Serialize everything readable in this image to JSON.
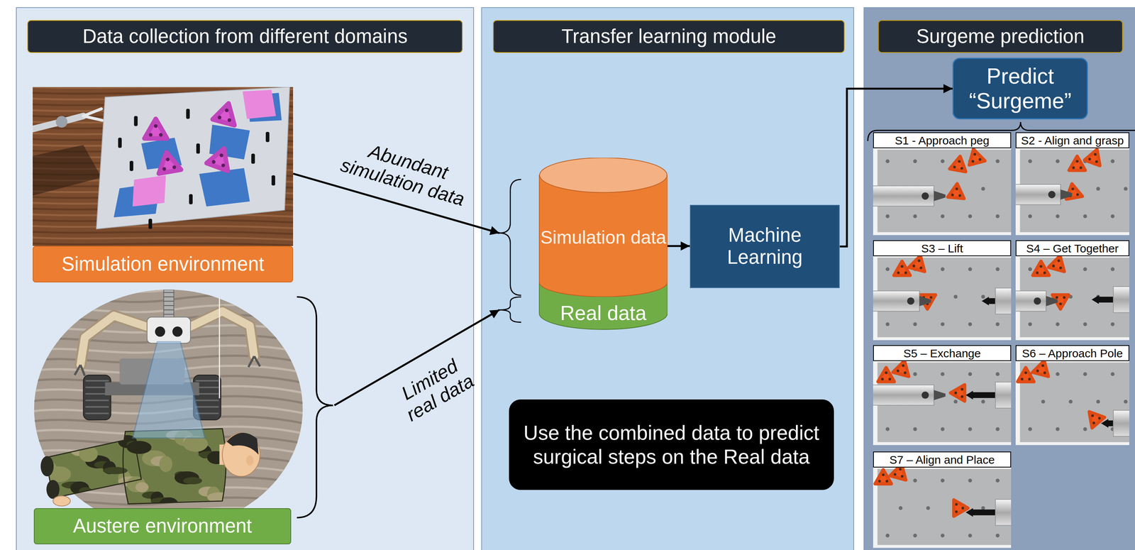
{
  "diagram": {
    "nodes": [
      {
        "text": [
          "Data collection from different domains"
        ]
      },
      {
        "text": [
          "Simulation environment"
        ],
        "in": 0
      },
      {
        "text": [
          "Austere environment"
        ],
        "in": 0
      },
      {
        "text": [
          "Transfer learning module"
        ]
      },
      {
        "text": [
          "Simulation data"
        ],
        "in": 3
      },
      {
        "text": [
          "Real data"
        ],
        "in": 3
      },
      {
        "text": [
          "Machine Learning"
        ],
        "in": 3
      },
      {
        "text": [
          "Use the combined data to predict surgical steps on the Real data"
        ],
        "in": 3
      },
      {
        "text": [
          "Surgeme prediction"
        ]
      },
      {
        "text": [
          "Predict “Surgeme”"
        ],
        "in": 8
      },
      {
        "text": [
          "S1 - Approach peg"
        ],
        "in": 8
      },
      {
        "text": [
          "S2 - Align and grasp"
        ],
        "in": 8
      },
      {
        "text": [
          "S3 – Lift"
        ],
        "in": 8
      },
      {
        "text": [
          "S4 – Get Together"
        ],
        "in": 8
      },
      {
        "text": [
          "S5 – Exchange"
        ],
        "in": 8
      },
      {
        "text": [
          "S6 – Approach Pole"
        ],
        "in": 8
      },
      {
        "text": [
          "S7 – Align and Place"
        ],
        "in": 8
      }
    ],
    "edges": [
      {
        "from": 1,
        "to": 4,
        "label": "Abundant simulation data",
        "arrow": "to"
      },
      {
        "from": 2,
        "to": 5,
        "label": "Limited real data",
        "arrow": "to"
      },
      {
        "from": 4,
        "to": 6,
        "arrow": "to"
      },
      {
        "from": 6,
        "to": 9,
        "arrow": "to"
      }
    ]
  }
}
